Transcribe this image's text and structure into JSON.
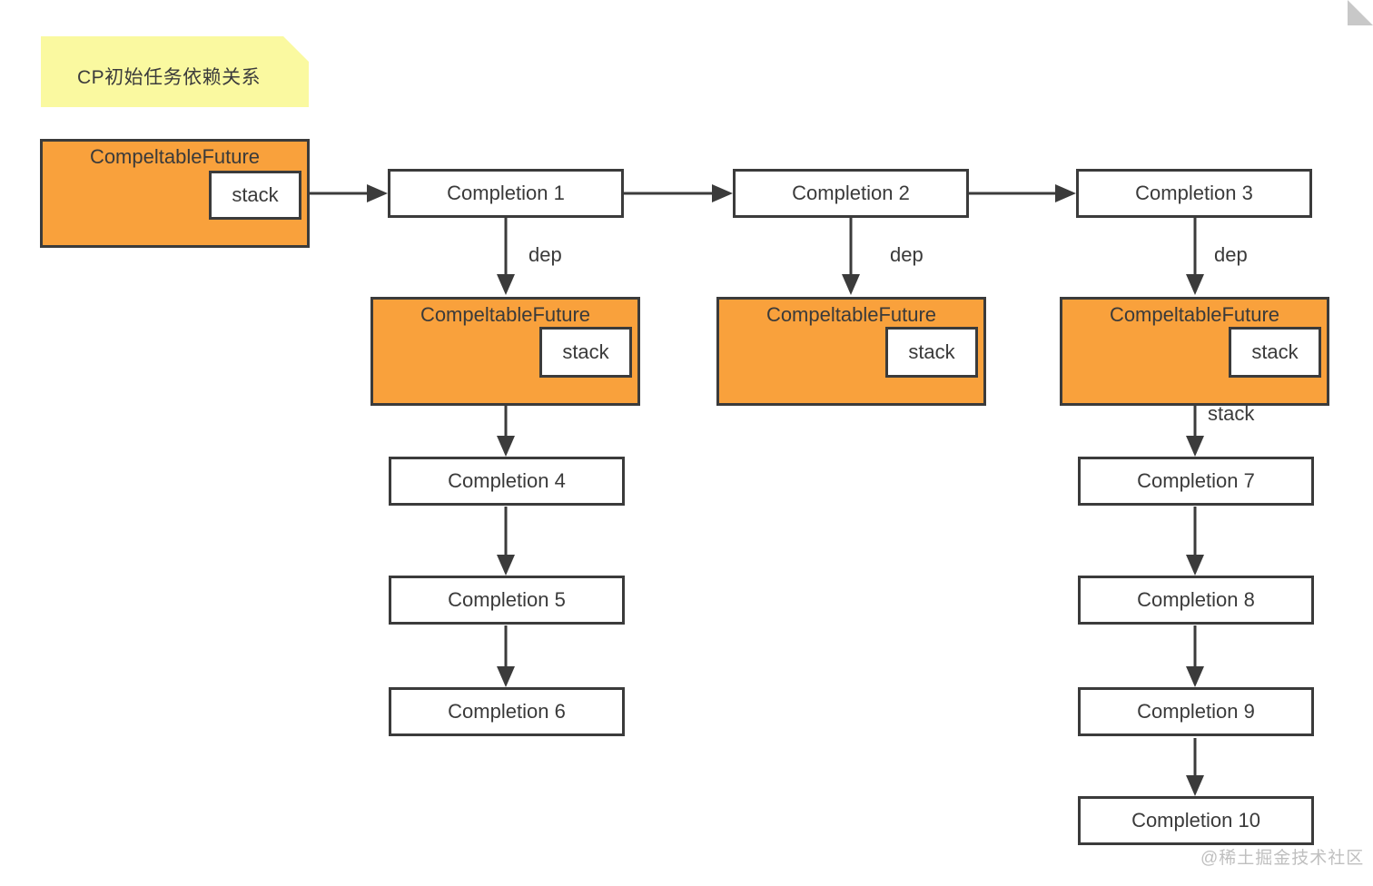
{
  "note": {
    "text": "CP初始任务依赖关系"
  },
  "futures": [
    {
      "title": "CompeltableFuture",
      "stack": "stack"
    },
    {
      "title": "CompeltableFuture",
      "stack": "stack"
    },
    {
      "title": "CompeltableFuture",
      "stack": "stack"
    },
    {
      "title": "CompeltableFuture",
      "stack": "stack"
    }
  ],
  "completions": [
    {
      "label": "Completion 1"
    },
    {
      "label": "Completion 2"
    },
    {
      "label": "Completion 3"
    },
    {
      "label": "Completion 4"
    },
    {
      "label": "Completion 5"
    },
    {
      "label": "Completion 6"
    },
    {
      "label": "Completion 7"
    },
    {
      "label": "Completion 8"
    },
    {
      "label": "Completion 9"
    },
    {
      "label": "Completion 10"
    }
  ],
  "edge_labels": {
    "dep": "dep",
    "stack": "stack"
  },
  "watermark": "@稀土掘金技术社区",
  "colors": {
    "box_fill": "#F9A13C",
    "border": "#3B3B3B",
    "note_bg": "#FAF9A0",
    "note_fold": "#C8C8C8",
    "text": "#3A3A3A",
    "watermark": "#BFBFBF"
  }
}
